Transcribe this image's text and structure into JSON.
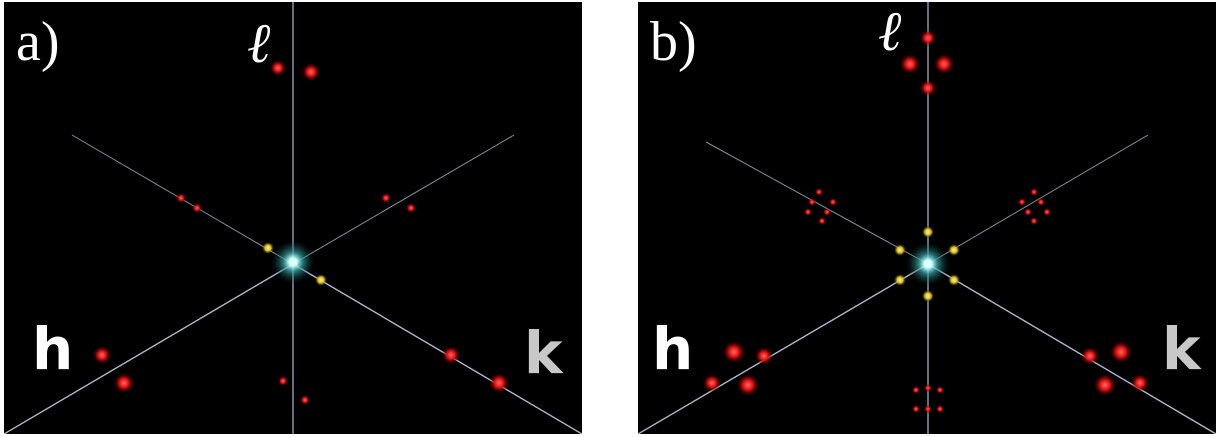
{
  "panels": [
    {
      "label": "a)",
      "axes": {
        "l": "ℓ",
        "h": "h",
        "k": "k"
      }
    },
    {
      "label": "b)",
      "axes": {
        "l": "ℓ",
        "h": "h",
        "k": "k"
      }
    }
  ],
  "colors": {
    "background": "#000000",
    "axis": "#b4b4d2",
    "red_spot": "#e01010",
    "yellow_spot": "#d8c020",
    "center_spot": "#d8ffff"
  }
}
